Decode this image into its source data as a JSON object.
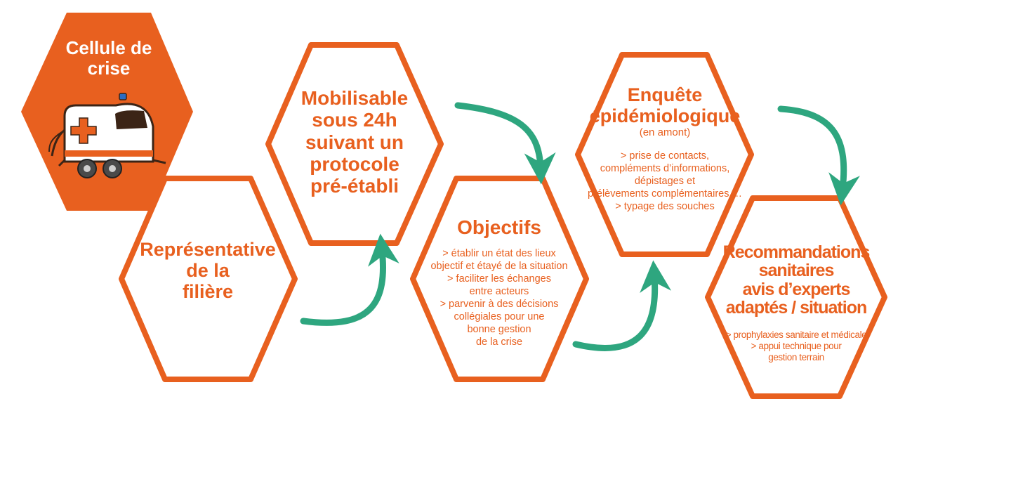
{
  "colors": {
    "orange": "#e8601f",
    "green": "#2ea67f",
    "white": "#ffffff"
  },
  "nodes": {
    "cellule": {
      "title_line1": "Cellule de",
      "title_line2": "crise",
      "icon": "ambulance-trailer-icon"
    },
    "representative": {
      "line1": "Représentative",
      "line2": "de la",
      "line3": "filière"
    },
    "mobilisable": {
      "line1": "Mobilisable",
      "line2": "sous 24h",
      "line3": "suivant un",
      "line4": "protocole",
      "line5": "pré-établi"
    },
    "objectifs": {
      "title": "Objectifs",
      "details": [
        "> établir un état des lieux",
        "objectif et étayé de la situation",
        "> faciliter les échanges",
        "entre acteurs",
        "> parvenir à des décisions",
        "collégiales pour une",
        "bonne gestion",
        "de la crise"
      ]
    },
    "enquete": {
      "title_line1": "Enquête",
      "title_line2": "épidémiologique",
      "subtitle": "(en amont)",
      "details": [
        "> prise de contacts,",
        "compléments d’informations,",
        "dépistages et",
        "prélèvements complémentaires,…",
        "> typage des souches"
      ]
    },
    "recommandations": {
      "line1": "Recommandations",
      "line2": "sanitaires",
      "line3": "avis d’experts",
      "line4": "adaptés / situation",
      "details": [
        "> prophylaxies sanitaire et médicale",
        "> appui technique pour",
        "gestion terrain"
      ]
    }
  }
}
